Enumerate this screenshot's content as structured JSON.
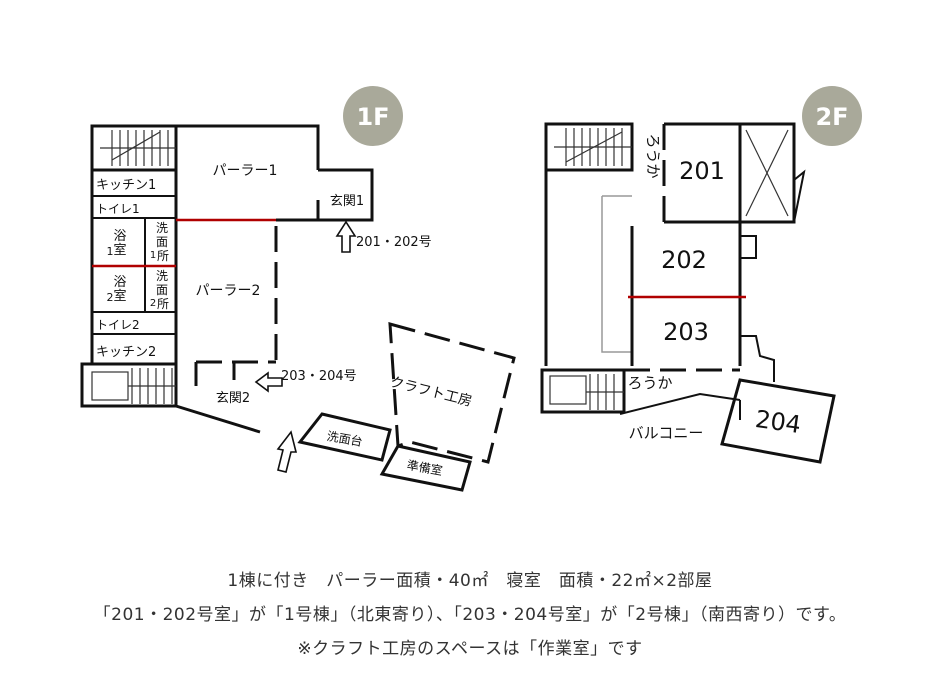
{
  "floors": {
    "first": {
      "badge": "1F",
      "rooms": {
        "parlor1": "パーラー1",
        "parlor2": "パーラー2",
        "entrance1": "玄関1",
        "entrance2": "玄関2",
        "kitchen1": "キッチン1",
        "kitchen2": "キッチン2",
        "toilet1": "トイレ1",
        "toilet2": "トイレ2",
        "bath1": [
          "浴",
          "室",
          "1"
        ],
        "bath2": [
          "浴",
          "室",
          "2"
        ],
        "washroom1": [
          "洗",
          "面",
          "1",
          "所"
        ],
        "washroom2": [
          "洗",
          "面",
          "2",
          "所"
        ],
        "craft": "クラフト工房",
        "sink": "洗面台",
        "prep": "準備室"
      },
      "entry_labels": {
        "e201": "201・202号",
        "e203": "203・204号"
      }
    },
    "second": {
      "badge": "2F",
      "rooms": {
        "r201": "201",
        "r202": "202",
        "r203": "203",
        "r204": "204",
        "corridor_top": "ろうか",
        "corridor_bottom": "ろうか",
        "balcony": "バルコニー"
      }
    }
  },
  "colors": {
    "badge": "#a9a99a",
    "divider_red": "#b00000",
    "walls": "#111111"
  },
  "caption": {
    "line1": "1棟に付き　パーラー面積・40㎡　寝室　面積・22㎡×2部屋",
    "line2": "「201・202号室」が「1号棟」（北東寄り）、「203・204号室」が「2号棟」（南西寄り）です。",
    "line3": "※クラフト工房のスペースは「作業室」です"
  }
}
